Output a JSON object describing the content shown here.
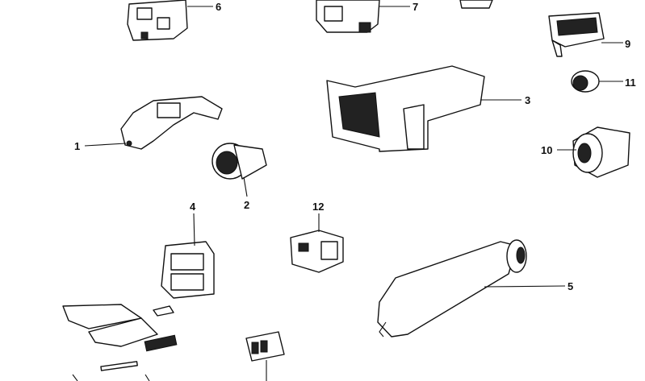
{
  "diagram": {
    "callouts": [
      {
        "id": "6",
        "text": "6"
      },
      {
        "id": "7",
        "text": "7"
      },
      {
        "id": "9",
        "text": "9"
      },
      {
        "id": "11",
        "text": "11"
      },
      {
        "id": "3",
        "text": "3"
      },
      {
        "id": "1",
        "text": "1"
      },
      {
        "id": "10",
        "text": "10"
      },
      {
        "id": "2",
        "text": "2"
      },
      {
        "id": "12",
        "text": "12"
      },
      {
        "id": "4",
        "text": "4"
      },
      {
        "id": "5",
        "text": "5"
      }
    ]
  }
}
